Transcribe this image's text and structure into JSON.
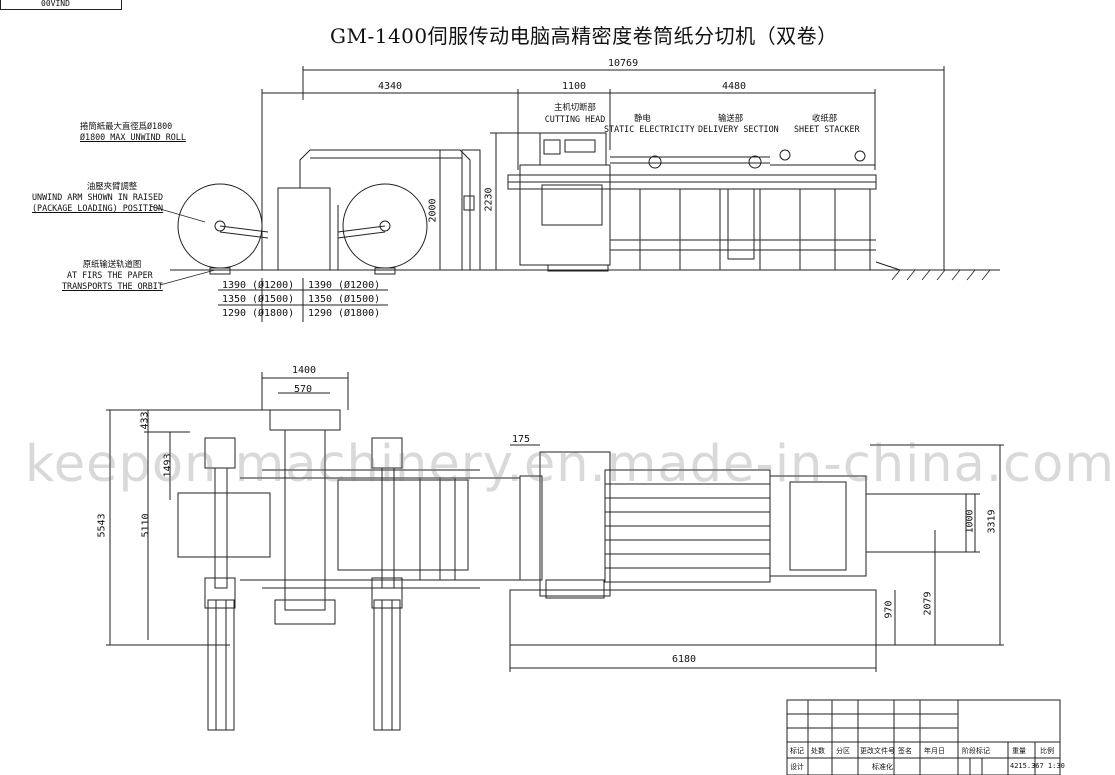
{
  "title": "GM-1400伺服传动电脑高精密度卷筒纸分切机（双卷）",
  "stamp_text": "00VIND",
  "watermark": "keepon machinery.en.made-in-china.com",
  "side_view": {
    "dims": {
      "total_length": "10769",
      "unwind_length": "4340",
      "cutting_head_length": "1100",
      "delivery_length": "4480",
      "height_main": "2000",
      "height_head": "2230"
    },
    "labels": {
      "max_unwind_cn": "捲筒紙最大直徑爲Ø1800",
      "max_unwind_en": "Ø1800 MAX UNWIND ROLL",
      "arm_cn": "油壓夾臂調整",
      "arm_en_1": "UNWIND ARM SHOWN IN RAISED",
      "arm_en_2": "(PACKAGE LOADING) POSITION",
      "orbit_cn": "原纸输送轨道图",
      "orbit_en_1": "AT FIRS THE PAPER",
      "orbit_en_2": "TRANSPORTS THE ORBIT",
      "cutting_cn": "主机切断部",
      "cutting_en": "CUTTING HEAD",
      "static_cn": "静电",
      "static_en": "STATIC ELECTRICITY",
      "delivery_cn": "输送部",
      "delivery_en": "DELIVERY SECTION",
      "stacker_cn": "收纸部",
      "stacker_en": "SHEET STACKER"
    },
    "roll_table": [
      [
        "1390",
        "(Ø1200)",
        "1390",
        "(Ø1200)"
      ],
      [
        "1350",
        "(Ø1500)",
        "1350",
        "(Ø1500)"
      ],
      [
        "1290",
        "(Ø1800)",
        "1290",
        "(Ø1800)"
      ]
    ]
  },
  "top_view": {
    "dims": {
      "width_1400": "1400",
      "width_570": "570",
      "dim_175": "175",
      "overall_width": "5543",
      "dim_433": "433",
      "dim_1493": "1493",
      "dim_5110": "5110",
      "dim_1000": "1000",
      "dim_3319": "3319",
      "dim_970": "970",
      "dim_2079": "2079",
      "dim_6180": "6180"
    }
  },
  "title_block": {
    "cells": [
      "标记",
      "处数",
      "分区",
      "更改文件号",
      "签名",
      "年月日"
    ],
    "right_cells": [
      "阶段标记",
      "重量",
      "比例"
    ],
    "row2": [
      "设计",
      "标准化"
    ],
    "code": "4215.367 1:30"
  }
}
